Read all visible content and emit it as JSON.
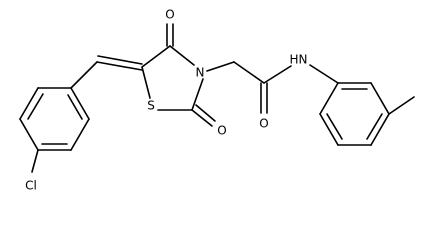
{
  "structure": {
    "atom_labels": {
      "chlorine": "Cl",
      "sulfur": "S",
      "nitrogen": "N",
      "amide_nh": "H",
      "amide_n": "N",
      "carbonyl_o_top": "O",
      "carbonyl_o_right": "O",
      "amide_o": "O"
    }
  }
}
